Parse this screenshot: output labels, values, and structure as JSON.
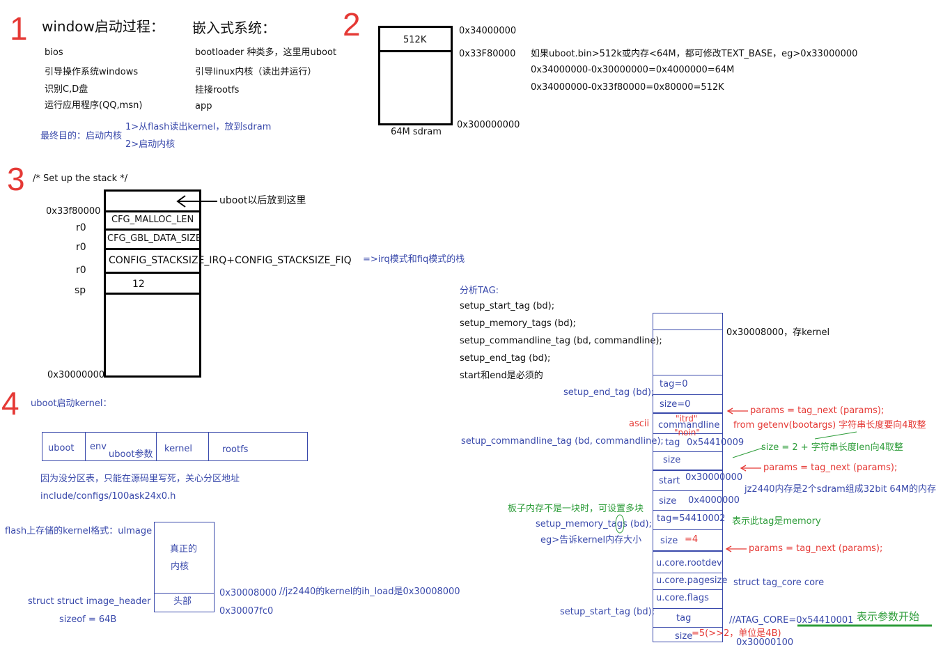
{
  "section_numbers": [
    "1",
    "2",
    "3",
    "4"
  ],
  "s1": {
    "title_window": "window启动过程：",
    "title_embedded": "嵌入式系统：",
    "win_steps": [
      "bios",
      "引导操作系统windows",
      "识别C,D盘",
      "运行应用程序(QQ,msn)"
    ],
    "emb_steps": [
      "bootloader 种类多，这里用uboot",
      "引导linux内核（读出并运行）",
      "挂接rootfs",
      "app"
    ],
    "goal": "最终目的：启动内核",
    "goal_steps": [
      "1>从flash读出kernel，放到sdram",
      "2>启动内核"
    ]
  },
  "s2": {
    "box_top": "512K",
    "box_bottom": "64M sdram",
    "addr_top": "0x34000000",
    "addr_mid": "0x33F80000",
    "addr_bottom": "0x300000000",
    "notes": [
      "如果uboot.bin>512k或内存<64M，都可修改TEXT_BASE，eg>0x33000000",
      "0x34000000-0x30000000=0x4000000=64M",
      "0x34000000-0x33f80000=0x80000=512K"
    ]
  },
  "s3": {
    "comment": "/* Set up the stack */",
    "arrow_label": "uboot以后放到这里",
    "addr_top": "0x33f80000",
    "addr_bottom": "0x30000000",
    "regs": [
      "r0",
      "r0",
      "r0",
      "sp"
    ],
    "cells": [
      "CFG_MALLOC_LEN",
      "CFG_GBL_DATA_SIZE",
      "CONFIG_STACKSIZE_IRQ+CONFIG_STACKSIZE_FIQ",
      "12"
    ],
    "irq_note": "=>irq模式和fiq模式的栈"
  },
  "s4": {
    "title": "uboot启动kernel：",
    "partitions": [
      "uboot",
      "env",
      "uboot参数",
      "kernel",
      "rootfs"
    ],
    "note1": "因为没分区表，只能在源码里写死，关心分区地址",
    "note2": "include/configs/100ask24x0.h",
    "flash_format": "flash上存储的kernel格式：uImage",
    "kernel_box_lines": [
      "真正的",
      "内核"
    ],
    "header_box": "头部",
    "struct_name": "struct struct image_header",
    "sizeof": "sizeof = 64B",
    "addr_kernel": "0x30008000",
    "ih_load_note": "//jz2440的kernel的ih_load是0x30008000",
    "addr_header": "0x30007fc0"
  },
  "tags": {
    "title": "分析TAG:",
    "calls": [
      "setup_start_tag (bd);",
      "setup_memory_tags (bd);",
      "setup_commandline_tag (bd, commandline);",
      "setup_end_tag (bd);",
      "start和end是必须的"
    ],
    "kernel_addr_note": "0x30008000，存kernel",
    "mem_cells": [
      "tag=0",
      "size=0",
      "commandline",
      "tag",
      "size",
      "start",
      "size",
      "tag=54410002",
      "size",
      "u.core.rootdev",
      "u.core.pagesize",
      "u.core.flags",
      "tag",
      "size"
    ],
    "val_tag_cmd": "0x54410009",
    "val_start": "0x30000000",
    "val_size_mem": "0x4000000",
    "val_size4": "=4",
    "val_size_core": "=5(>>2，单位是4B)",
    "addr_end": "0x30000100",
    "itrd": "\"itrd\"",
    "noin": "\"noin\"",
    "left_labels": {
      "end_tag": "setup_end_tag (bd);",
      "ascii": "ascii",
      "cmdline": "setup_commandline_tag (bd, commandline);",
      "mem_note": "板子内存不是一块时，可设置多块",
      "mem_tags": "setup_memory_tags (bd);",
      "eg_size": "eg>告诉kernel内存大小",
      "start_tag": "setup_start_tag (bd);"
    },
    "right_notes": {
      "params": "params = tag_next (params);",
      "getenv": "from getenv(bootargs) 字符串长度要向4取整",
      "size_formula": "size = 2 + 字符串长度len向4取整",
      "jz2440_mem": "jz2440内存是2个sdram组成32bit 64M的内存",
      "mem_tag_note": "表示此tag是memory",
      "core_struct": "struct tag_core core",
      "atag_core": "//ATAG_CORE=0x54410001",
      "param_start": "表示参数开始"
    }
  },
  "colors": {
    "number": "#e53935",
    "blue_text": "#3949ab",
    "red_text": "#e53935",
    "green_text": "#2e9d3a"
  }
}
